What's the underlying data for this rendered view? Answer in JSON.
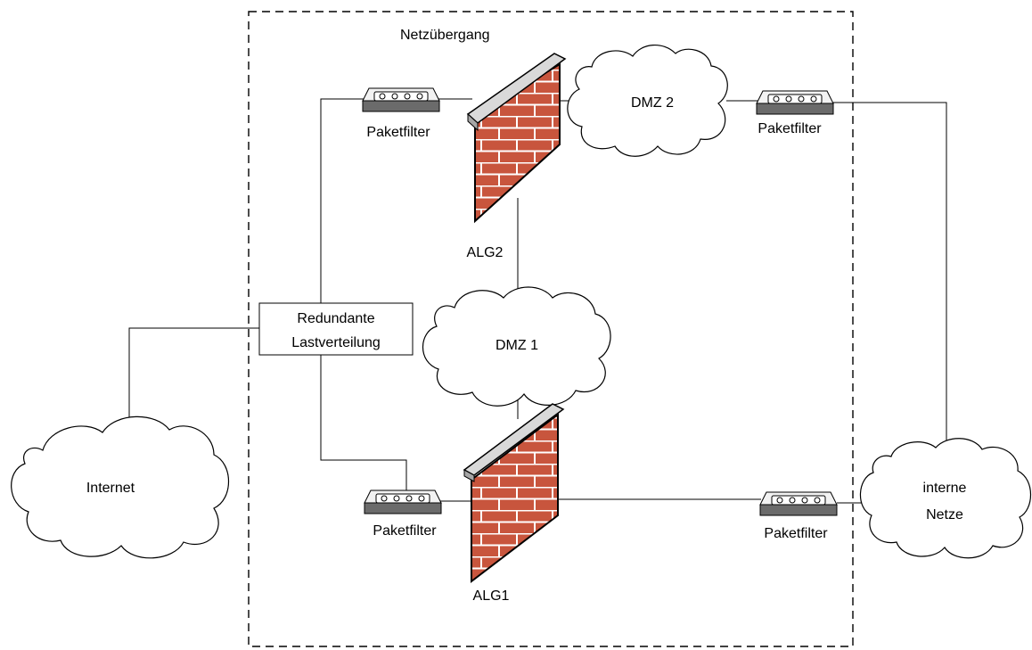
{
  "zone": {
    "label": "Netzübergang"
  },
  "nodes": {
    "alg2": {
      "label": "ALG2"
    },
    "alg1": {
      "label": "ALG1"
    },
    "dmz1": {
      "label": "DMZ 1"
    },
    "dmz2": {
      "label": "DMZ 2"
    },
    "internet": {
      "label": "Internet"
    },
    "internal": {
      "line1": "interne",
      "line2": "Netze"
    },
    "lb": {
      "line1": "Redundante",
      "line2": "Lastverteilung"
    },
    "pf_top_left": {
      "label": "Paketfilter"
    },
    "pf_top_right": {
      "label": "Paketfilter"
    },
    "pf_bottom_left": {
      "label": "Paketfilter"
    },
    "pf_bottom_right": {
      "label": "Paketfilter"
    }
  },
  "colors": {
    "brick": "#c8553d",
    "mortar": "#ffffff",
    "cap": "#d9d9d9"
  }
}
